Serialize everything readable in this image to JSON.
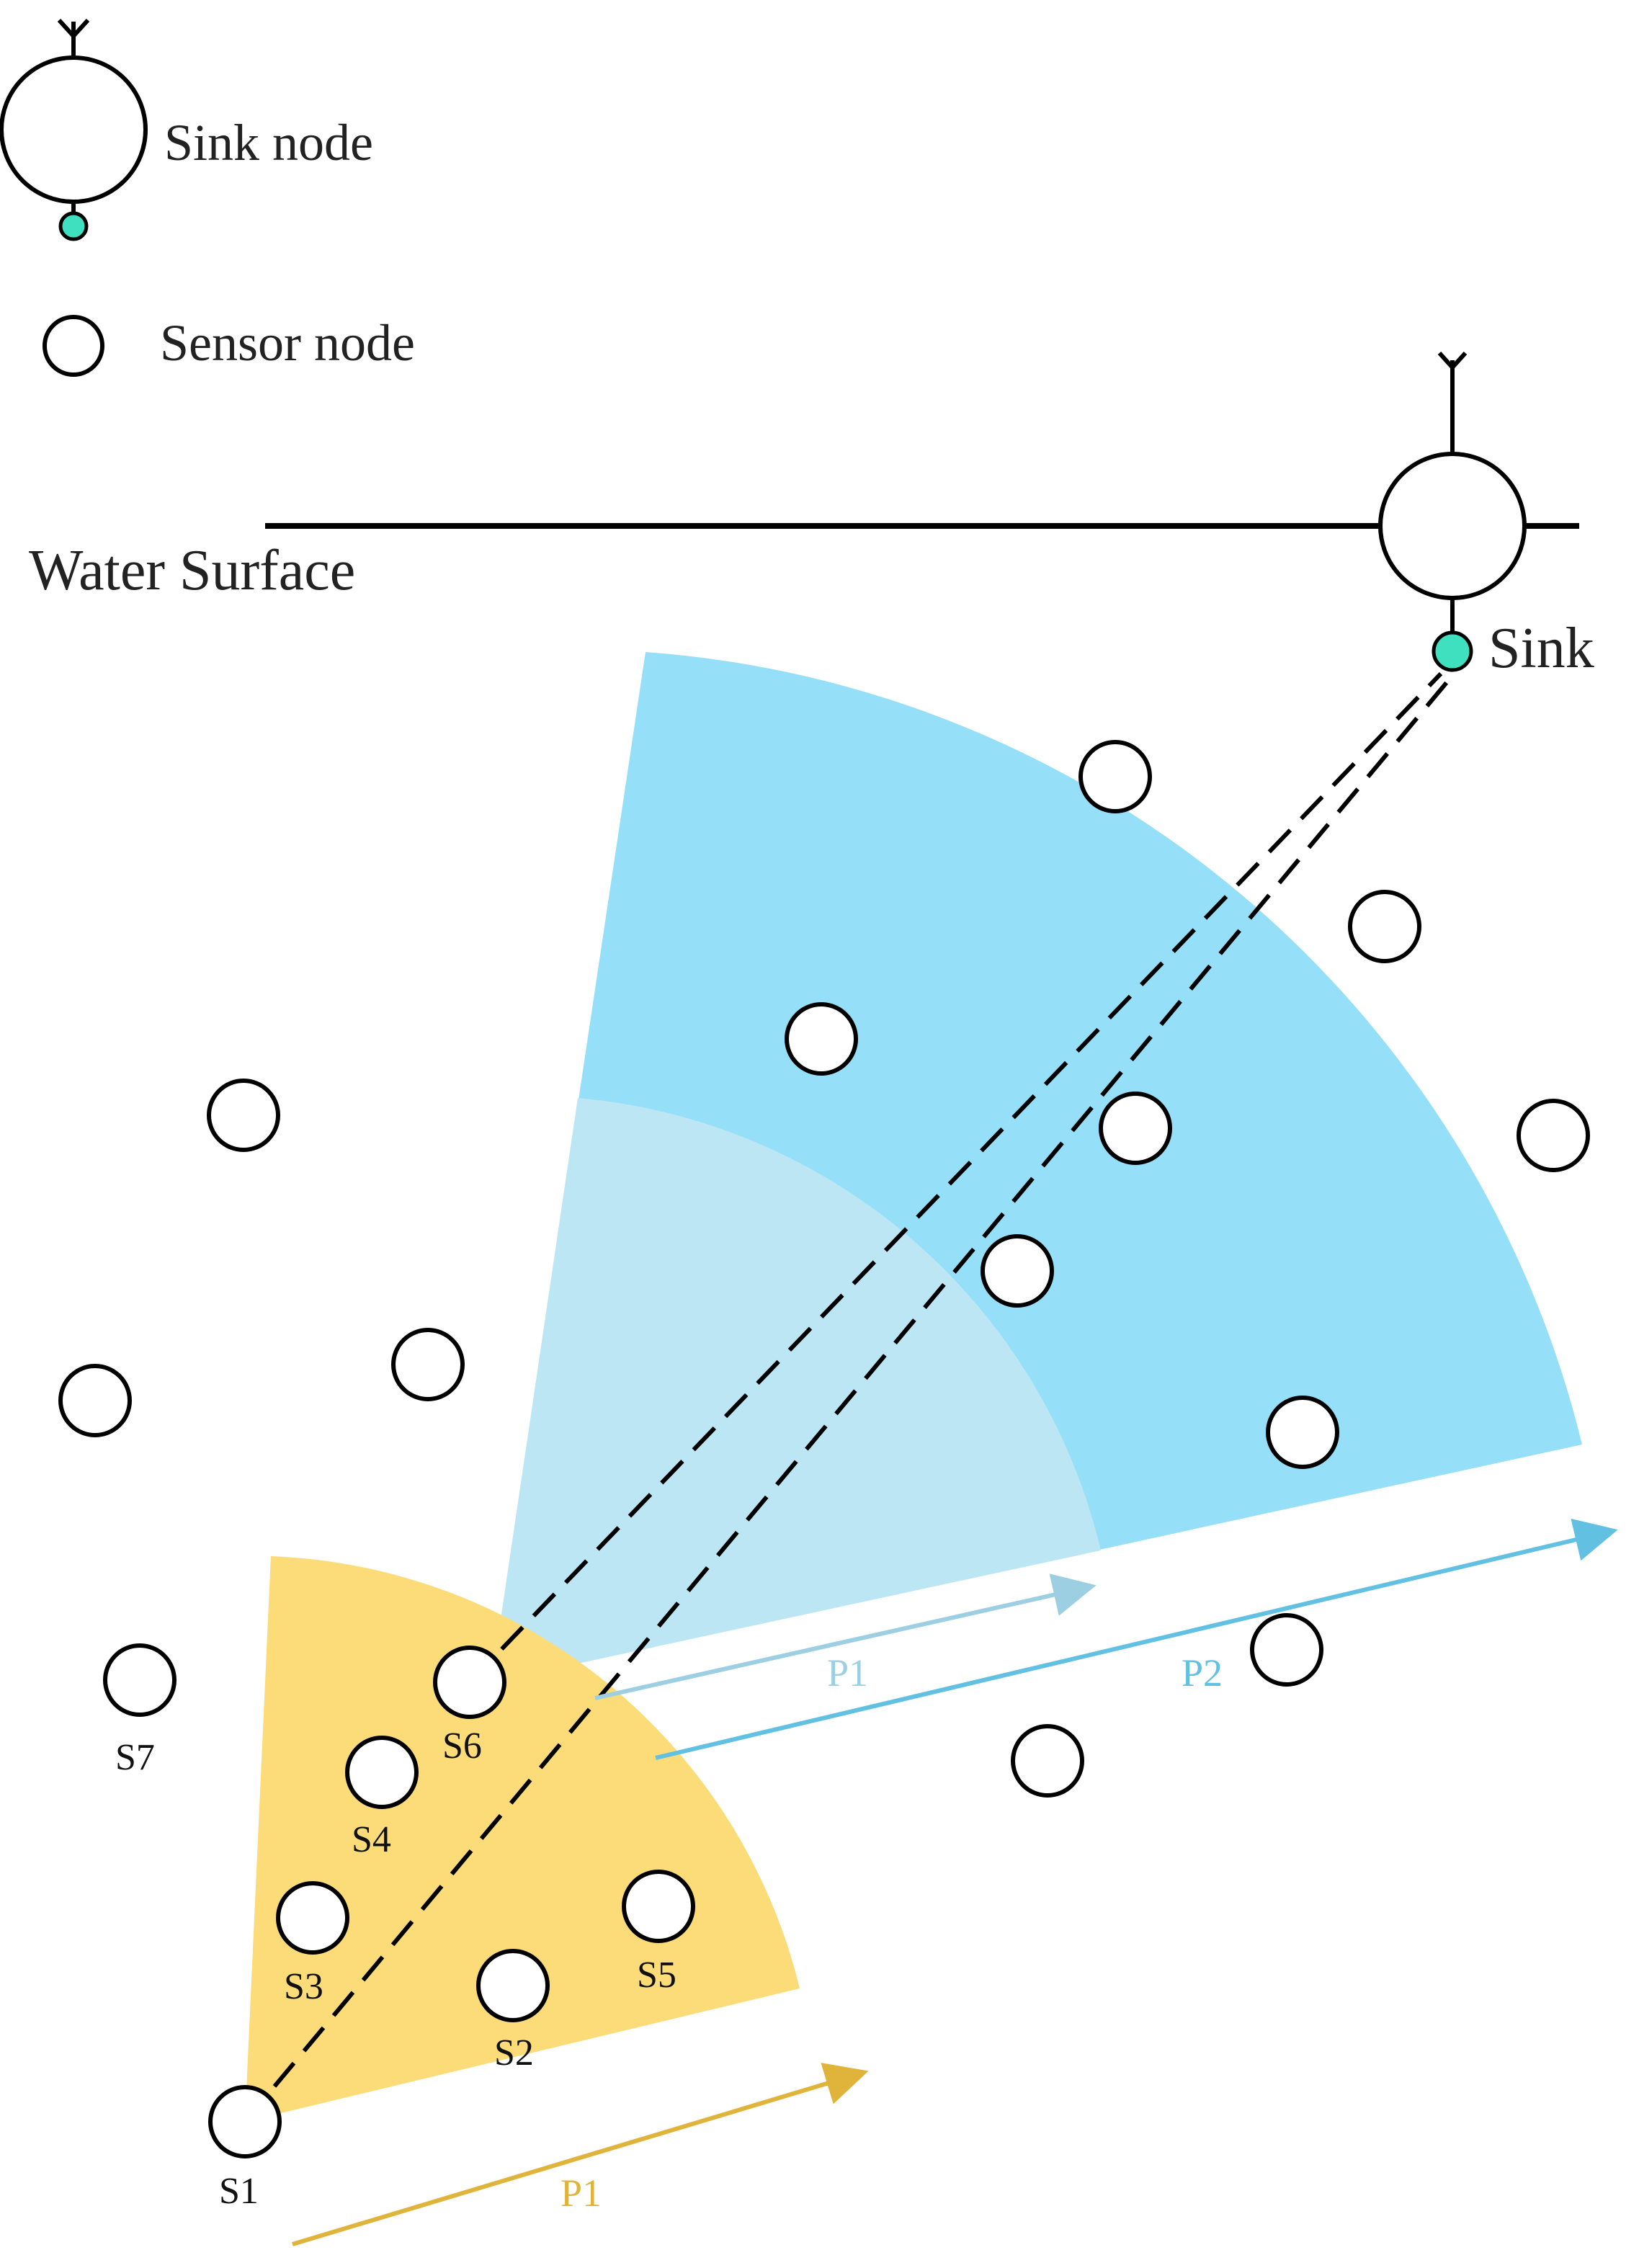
{
  "legend": {
    "sink_label": "Sink node",
    "sensor_label": "Sensor node"
  },
  "surface_label": "Water Surface",
  "sink_label": "Sink",
  "arrows": {
    "yellow_p1": "P1",
    "blue_p1": "P1",
    "blue_p2": "P2"
  },
  "node_labels": {
    "s1": "S1",
    "s2": "S2",
    "s3": "S3",
    "s4": "S4",
    "s5": "S5",
    "s6": "S6",
    "s7": "S7"
  },
  "colors": {
    "yellow_sector": "#fbdc78",
    "light_blue_sector": "#bde6f4",
    "blue_sector": "#96dff9",
    "yellow_arrow": "#e0b43a",
    "light_blue_arrow": "#9ccfe2",
    "blue_arrow": "#62c0e3",
    "sink_dot": "#3ee0c0"
  }
}
